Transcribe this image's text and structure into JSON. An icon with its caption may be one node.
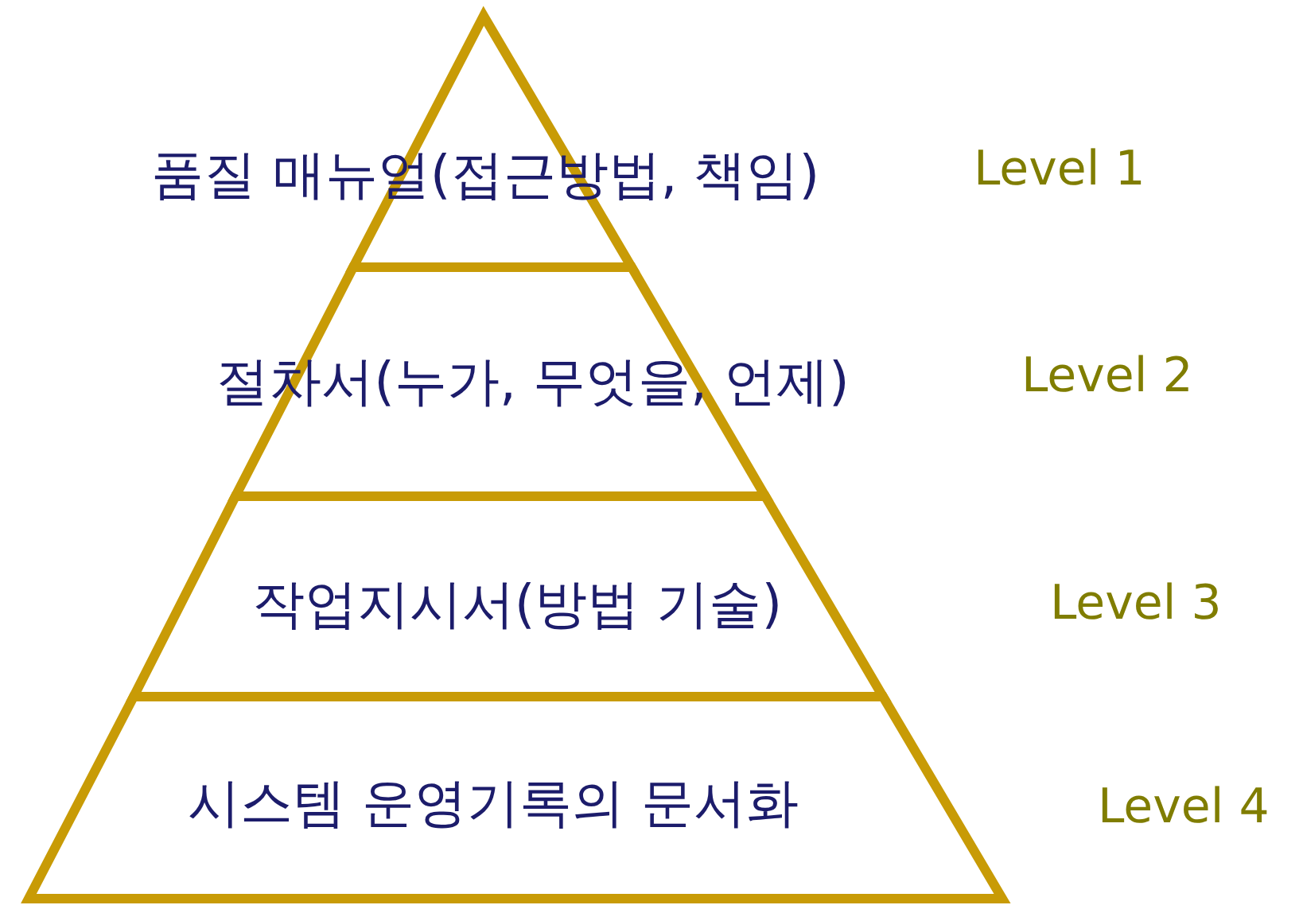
{
  "diagram": {
    "nodes": [
      {
        "text": [
          "품질 매뉴얼(접근방법, 책임)"
        ]
      },
      {
        "text": [
          "절차서(누가, 무엇을, 언제)"
        ]
      },
      {
        "text": [
          "작업지시서(방법 기술)"
        ]
      },
      {
        "text": [
          "시스템 운영기록의 문서화"
        ]
      }
    ],
    "labels": [
      "Level 1",
      "Level 2",
      "Level 3",
      "Level 4"
    ]
  }
}
